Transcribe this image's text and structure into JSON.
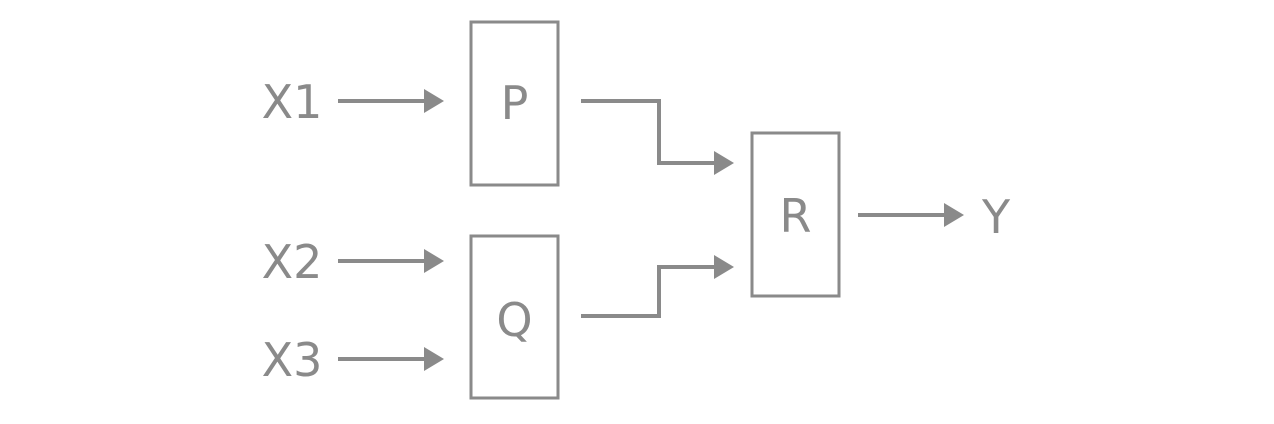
{
  "inputs": {
    "x1": "X1",
    "x2": "X2",
    "x3": "X3"
  },
  "blocks": {
    "p": "P",
    "q": "Q",
    "r": "R"
  },
  "output": {
    "y": "Y"
  },
  "colors": {
    "stroke": "#8a8a8a",
    "background": "#ffffff"
  }
}
